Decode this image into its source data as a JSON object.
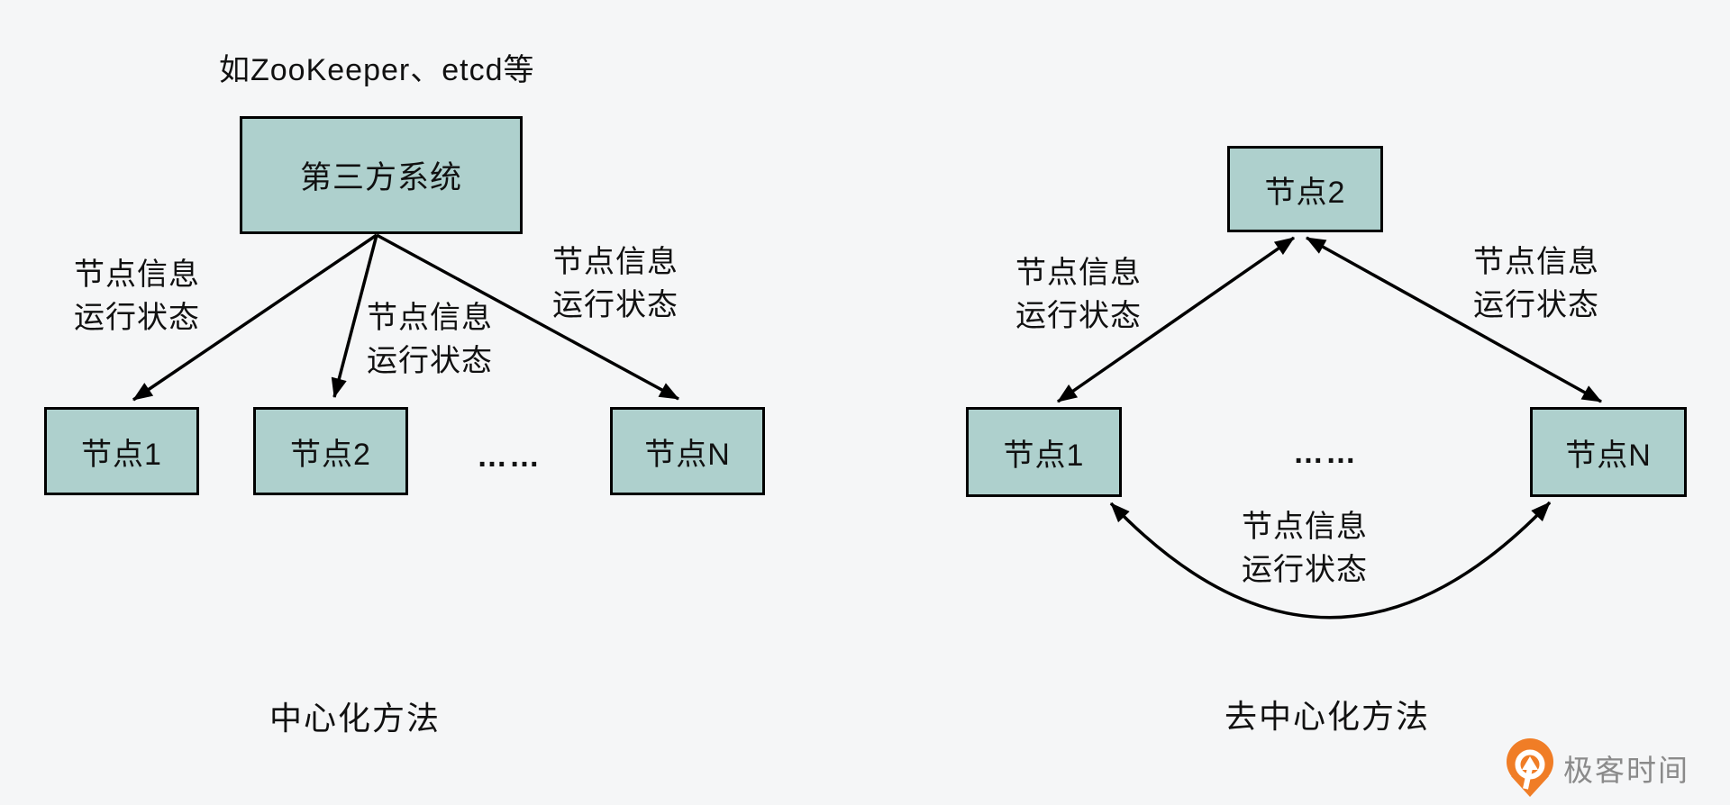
{
  "colors": {
    "background": "#f5f6f7",
    "node_fill": "#aed0cd",
    "node_border": "#000000",
    "arrow": "#000000",
    "text": "#1a1a1a",
    "logo_orange": "#f07d26",
    "logo_text_gray": "#8a8a8a"
  },
  "left_diagram": {
    "annotation": "如ZooKeeper、etcd等",
    "center_node": "第三方系统",
    "nodes": [
      "节点1",
      "节点2",
      "节点N"
    ],
    "ellipsis": "……",
    "edge_labels": [
      {
        "line1": "节点信息",
        "line2": "运行状态"
      },
      {
        "line1": "节点信息",
        "line2": "运行状态"
      },
      {
        "line1": "节点信息",
        "line2": "运行状态"
      }
    ],
    "caption": "中心化方法"
  },
  "right_diagram": {
    "top_node": "节点2",
    "bottom_nodes": [
      "节点1",
      "节点N"
    ],
    "ellipsis": "……",
    "edge_labels": [
      {
        "line1": "节点信息",
        "line2": "运行状态"
      },
      {
        "line1": "节点信息",
        "line2": "运行状态"
      },
      {
        "line1": "节点信息",
        "line2": "运行状态"
      }
    ],
    "caption": "去中心化方法"
  },
  "logo": {
    "icon": "geek-time-pin-icon",
    "text": "极客时间"
  }
}
